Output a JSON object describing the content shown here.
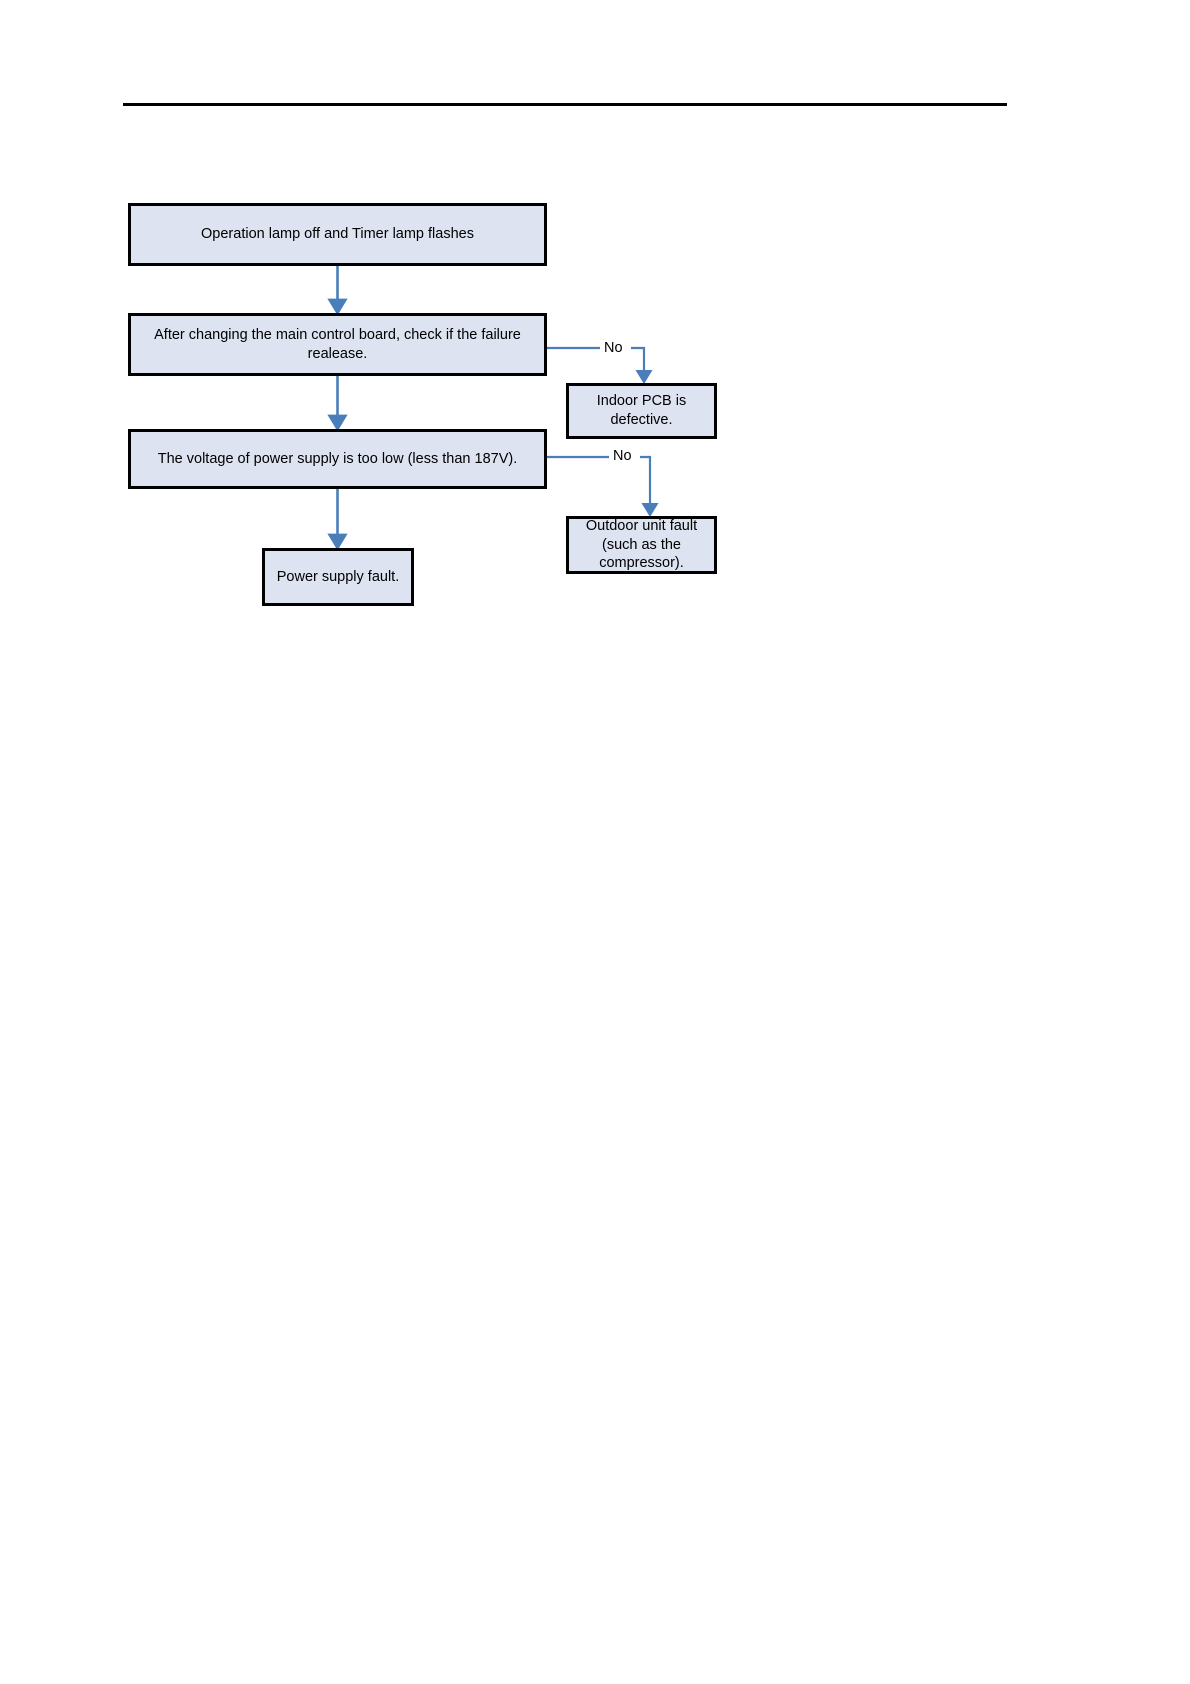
{
  "page": {
    "title": "Operation lamp off and Timer lamp flashes - troubleshooting flowchart",
    "header_rule": true,
    "background_color": "#ffffff"
  },
  "theme": {
    "node_fill": "#dde3f0",
    "node_border": "#000000",
    "connector_color": "#4a7ebb",
    "text_color": "#000000"
  },
  "diagram": {
    "type": "flowchart",
    "nodes": [
      {
        "id": "start",
        "label": "Operation lamp off and Timer lamp flashes",
        "shape": "rectangle"
      },
      {
        "id": "check",
        "label": "After changing the main control board, check if the failure realease.",
        "shape": "rectangle"
      },
      {
        "id": "voltage",
        "label": "The voltage of power supply is too low (less than 187V).",
        "shape": "rectangle"
      },
      {
        "id": "power",
        "label": "Power supply fault.",
        "shape": "rectangle"
      },
      {
        "id": "pcb",
        "label": "Indoor PCB is defective.",
        "shape": "rectangle"
      },
      {
        "id": "outdoor",
        "label": "Outdoor unit fault (such as the compressor).",
        "shape": "rectangle"
      }
    ],
    "edges": [
      {
        "from": "start",
        "to": "check",
        "label": ""
      },
      {
        "from": "check",
        "to": "voltage",
        "label": ""
      },
      {
        "from": "check",
        "to": "pcb",
        "label": "No"
      },
      {
        "from": "voltage",
        "to": "power",
        "label": ""
      },
      {
        "from": "voltage",
        "to": "outdoor",
        "label": "No"
      }
    ],
    "branch_labels": {
      "no_1": "No",
      "no_2": "No"
    }
  }
}
